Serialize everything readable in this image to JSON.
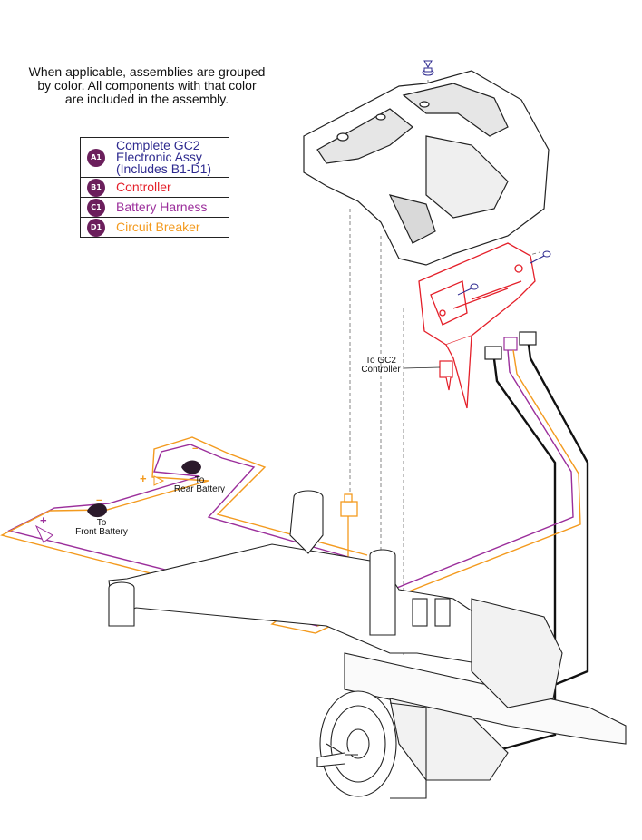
{
  "intro_text": "When applicable, assemblies are grouped\nby color. All components with that color\nare included in the assembly.",
  "legend": [
    {
      "code": "A1",
      "label": "Complete GC2\nElectronic Assy\n(Includes B1-D1)",
      "color": "#2e2a8f"
    },
    {
      "code": "B1",
      "label": "Controller",
      "color": "#e4202a"
    },
    {
      "code": "C1",
      "label": "Battery Harness",
      "color": "#9b2e9b"
    },
    {
      "code": "D1",
      "label": "Circuit Breaker",
      "color": "#f39a1e"
    }
  ],
  "badge_color": "#6b1f5c",
  "callouts": {
    "gc2": "To GC2\nController",
    "rear_battery": "To\nRear Battery",
    "front_battery": "To\nFront Battery"
  },
  "polarity": {
    "plus": "+",
    "minus": "−"
  }
}
